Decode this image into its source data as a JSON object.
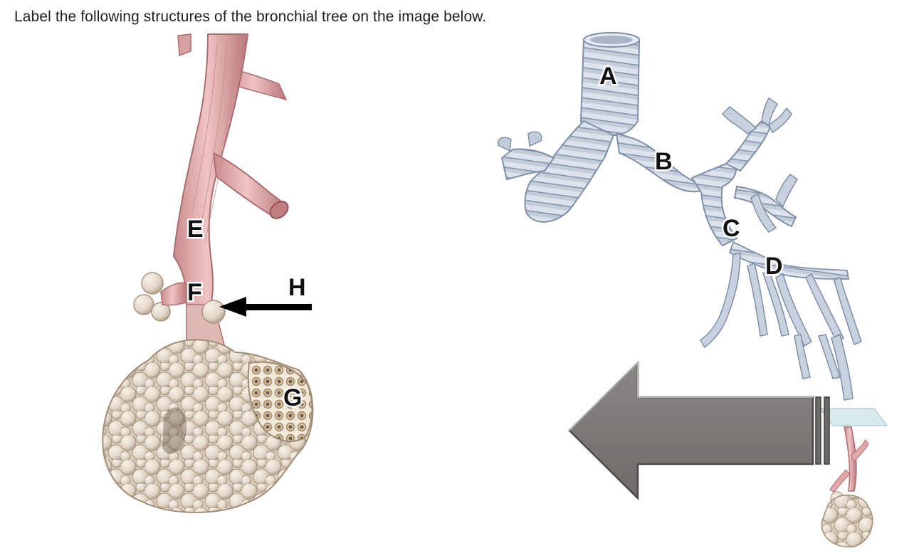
{
  "question": {
    "prompt": "Label the following structures of the bronchial tree on the image below."
  },
  "labels": {
    "a": "A",
    "b": "B",
    "c": "C",
    "d": "D",
    "e": "E",
    "f": "F",
    "g": "G",
    "h": "H"
  },
  "colors": {
    "airway_pink": "#e2a9ab",
    "airway_pink_dark": "#b97779",
    "cartilage_blue": "#b7c3d6",
    "cartilage_blue_dark": "#7f8fa8",
    "alveoli": "#e8ddd0",
    "alveoli_shade": "#b7a896",
    "arrow_gray": "#7b7978",
    "arrow_black": "#000000",
    "magnifier_glass": "#cfe6ea"
  },
  "icons": {
    "pointer_arrow": "left-arrow-icon",
    "zoom_arrow": "large-left-arrow-icon"
  }
}
